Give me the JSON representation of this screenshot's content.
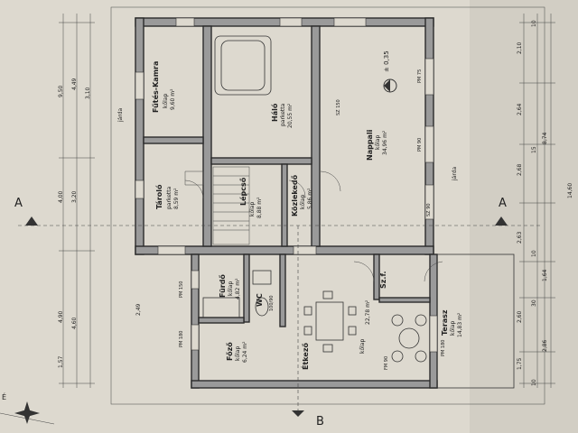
{
  "rooms": [
    {
      "name": "Fűtés-Kamra",
      "floor": "kőlap",
      "area": "9,60 m²"
    },
    {
      "name": "Háló",
      "floor": "parketta",
      "area": "20,55 m²"
    },
    {
      "name": "Nappali",
      "floor": "kőlap",
      "area": "34,96 m²"
    },
    {
      "name": "Tároló",
      "floor": "parketta",
      "area": "8,59 m²"
    },
    {
      "name": "Lépcső",
      "floor": "kőlap",
      "area": "8,88 m²"
    },
    {
      "name": "Közlekedő",
      "floor": "kőlap",
      "area": "5,86 m²"
    },
    {
      "name": "Fürdő",
      "floor": "kőlap",
      "area": "4,82 m²"
    },
    {
      "name": "WC",
      "floor": "",
      "area": ""
    },
    {
      "name": "Étkező",
      "floor": "kőlap",
      "area": "22,78 m²"
    },
    {
      "name": "Főző",
      "floor": "kőlap",
      "area": "6,24 m²"
    },
    {
      "name": "Sz.f.",
      "floor": "",
      "area": ""
    },
    {
      "name": "Terasz",
      "floor": "kőlap",
      "area": "14,83 m²"
    }
  ],
  "level_mark": "± 0,35",
  "section_marks": {
    "a": "A",
    "b": "B"
  },
  "jarda": "járda",
  "dims_left_outer": [
    "9,50",
    "4,00",
    "4,90",
    "1,57"
  ],
  "dims_left_mid": [
    "4,49",
    "3,20",
    "4,60"
  ],
  "dims_left_inner": [
    "3,10",
    "2,49"
  ],
  "dims_right_outer": [
    "8,74",
    "14,60"
  ],
  "dims_right_inner": [
    "2,10",
    "2,64",
    "2,68",
    "2,63",
    "1,64",
    "2,60",
    "2,86",
    "1,75"
  ],
  "dims_right_small": [
    "10",
    "15",
    "10",
    "30",
    "10"
  ],
  "window_labels": [
    "PM 75",
    "PM 180",
    "SZ 150",
    "PM 90",
    "SZ 90",
    "PM 180",
    "PM 150",
    "FM 90",
    "100/90"
  ],
  "compass": "É"
}
